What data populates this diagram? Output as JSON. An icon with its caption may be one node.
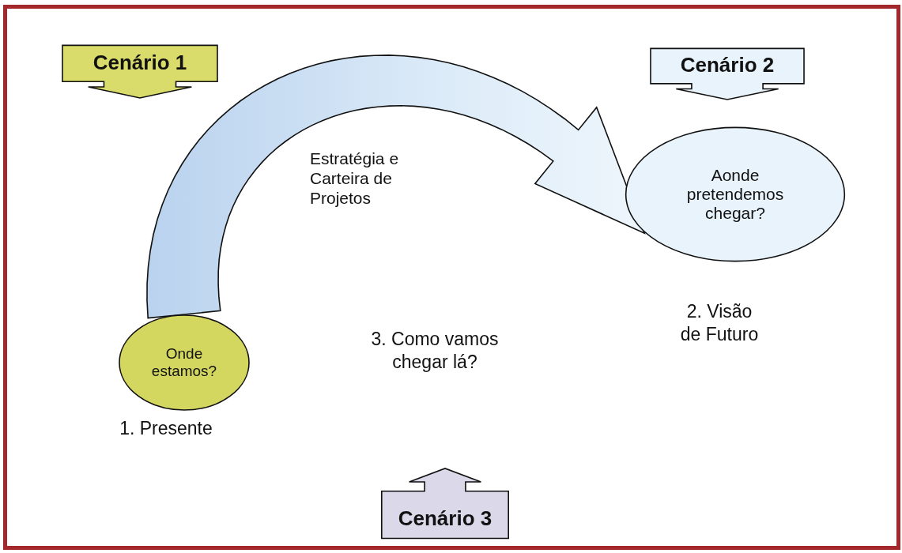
{
  "diagram": {
    "nodes": [
      {
        "text": [
          "Cenário 1"
        ]
      },
      {
        "text": [
          "Cenário 2"
        ]
      },
      {
        "text": [
          "Onde estamos?"
        ],
        "beside": [
          "1. Presente"
        ]
      },
      {
        "text": [
          "Aonde pretendemos chegar?"
        ],
        "beside": [
          "2. Visão de Futuro"
        ]
      },
      {
        "text": [
          "Cenário 3"
        ]
      }
    ],
    "edges": [
      {
        "from": 2,
        "to": 3,
        "arrow": "to",
        "label": "Estratégia e Carteira de Projetos",
        "style": "thick"
      }
    ],
    "labels": [
      "3. Como vamos chegar lá?"
    ]
  }
}
